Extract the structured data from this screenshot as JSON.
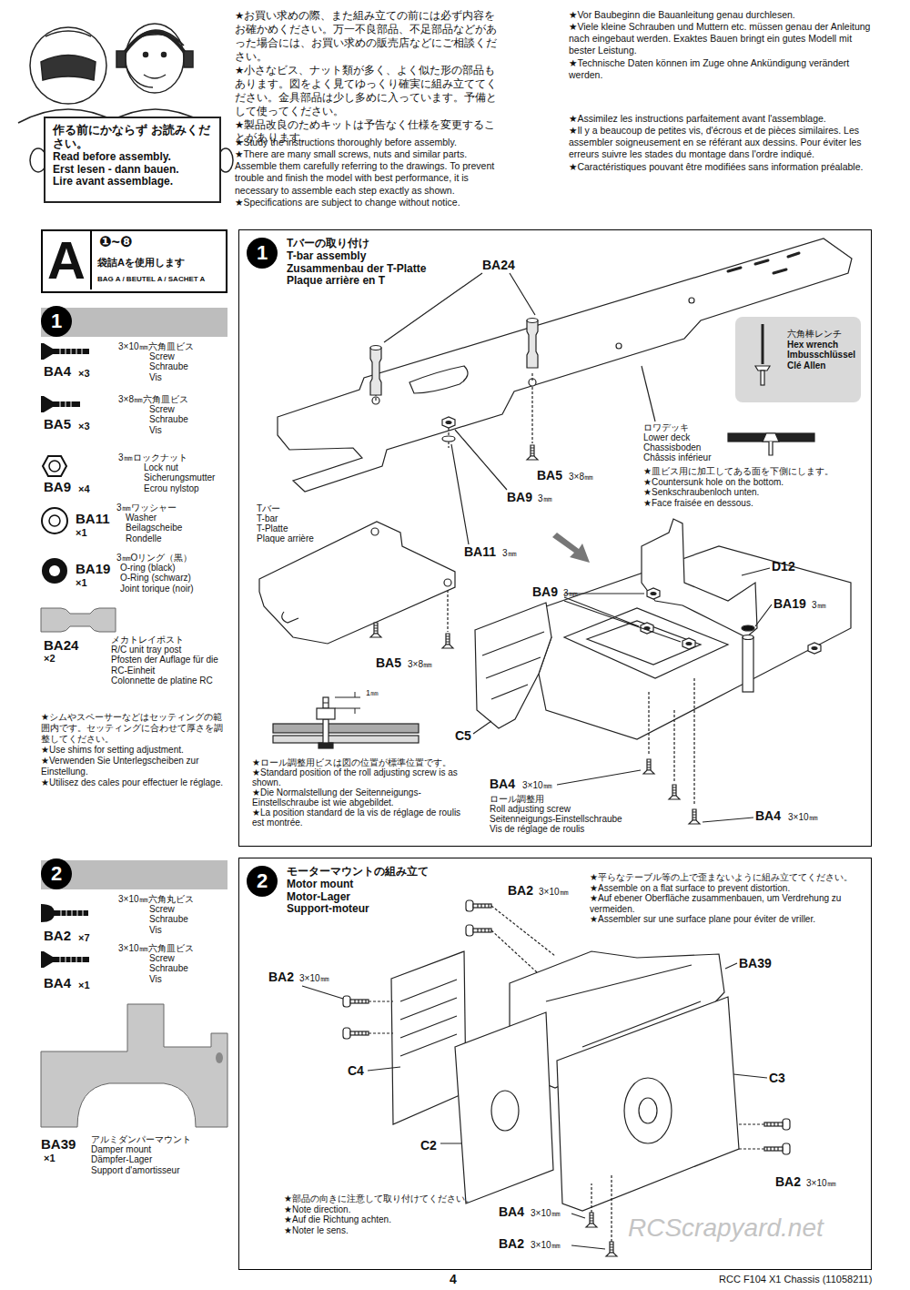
{
  "diagram": {
    "nodes": [
      {
        "text": [
          "作る前にかならず お読みください。",
          "Read before assembly.",
          "Erst lesen - dann bauen.",
          "Lire avant assemblage."
        ]
      },
      {
        "text": [
          "A",
          "❶~❽",
          "袋詰Aを使用します",
          "BAG A / BEUTEL A / SACHET A"
        ]
      },
      {
        "text": [
          "1"
        ]
      },
      {
        "text": [
          "1",
          "Tバーの取り付け",
          "T-bar assembly",
          "Zusammenbau der T-Platte",
          "Plaque arrière en T"
        ]
      },
      {
        "text": [
          "六角棒レンチ",
          "Hex wrench",
          "Imbusschlüssel",
          "Clé Allen"
        ],
        "in": 3
      },
      {
        "text": [
          "2"
        ]
      },
      {
        "text": [
          "2",
          "モーターマウントの組み立て",
          "Motor mount",
          "Motor-Lager",
          "Support-moteur"
        ]
      }
    ],
    "labels": [
      "★お買い求めの際、また組み立ての前には必ず内容をお確かめください。万一不良部品、不足部品などがあった場合には、お買い求めの販売店などにご相談ください。",
      "★小さなビス、ナット類が多く、よく似た形の部品もあります。図をよく見てゆっくり確実に組み立ててください。金具部品は少し多めに入っています。予備として使ってください。",
      "★製品改良のためキットは予告なく仕様を変更することがあります。",
      "★Study the instructions thoroughly before assembly.",
      "★There are many small screws, nuts and similar parts. Assemble them carefully referring to the drawings. To prevent trouble and finish the model with best performance, it is necessary to assemble each step exactly as shown.",
      "★Specifications are subject to change without notice.",
      "★Vor Baubeginn die Bauanleitung genau durchlesen.",
      "★Viele kleine Schrauben und Muttern etc. müssen genau der Anleitung nach eingebaut werden. Exaktes Bauen bringt ein gutes Modell mit bester Leistung.",
      "★Technische Daten können im Zuge ohne Ankündigung verändert werden.",
      "★Assimilez les instructions parfaitement avant l'assemblage.",
      "★Il y a beaucoup de petites vis, d'écrous et de pièces similaires. Les assembler soigneusement en se référant aux dessins. Pour éviter les erreurs suivre les stades du montage dans l'ordre indiqué.",
      "★Caractéristiques pouvant être modifiées sans information préalable.",
      "BA4",
      "×3",
      "3×10㎜六角皿ビス",
      "Screw",
      "Schraube",
      "Vis",
      "BA5",
      "×3",
      "3×8㎜六角皿ビス",
      "Screw",
      "Schraube",
      "Vis",
      "BA9",
      "×4",
      "3㎜ロックナット",
      "Lock nut",
      "Sicherungsmutter",
      "Ecrou nylstop",
      "BA11",
      "×1",
      "3㎜ワッシャー",
      "Washer",
      "Beilagscheibe",
      "Rondelle",
      "BA19",
      "×1",
      "3㎜Oリング（黒）",
      "O-ring (black)",
      "O-Ring (schwarz)",
      "Joint torique (noir)",
      "BA24",
      "×2",
      "メカトレイポスト",
      "R/C unit tray post",
      "Pfosten der Auflage für die RC-Einheit",
      "Colonnette de platine RC",
      "★シムやスペーサーなどはセッティングの範囲内です。セッティングに合わせて厚さを調整してください。",
      "★Use shims for setting adjustment.",
      "★Verwenden Sie Unterlegscheiben zur Einstellung.",
      "★Utilisez des cales pour effectuer le réglage.",
      "BA24",
      "BA5",
      "3×8㎜",
      "BA9",
      "3㎜",
      "BA11",
      "3㎜",
      "Tバー",
      "T-bar",
      "T-Platte",
      "Plaque arrière",
      "BA5",
      "3×8㎜",
      "1㎜",
      "★ロール調整用ビスは図の位置が標準位置です。",
      "★Standard position of the roll adjusting screw is as shown.",
      "★Die Normalstellung der Seitenneigungs-Einstellschraube ist wie abgebildet.",
      "★La position standard de la vis de réglage de roulis est montrée.",
      "ロワデッキ",
      "Lower deck",
      "Chassisboden",
      "Châssis inférieur",
      "★皿ビス用に加工してある面を下側にします。",
      "★Countersunk hole on the bottom.",
      "★Senkschraubenloch unten.",
      "★Face fraisée en dessous.",
      "D12",
      "BA9",
      "3㎜",
      "BA19",
      "3㎜",
      "C5",
      "BA4",
      "3×10㎜",
      "ロール調整用",
      "Roll adjusting screw",
      "Seitenneigungs-Einstellschraube",
      "Vis de réglage de roulis",
      "BA4",
      "3×10㎜",
      "BA2",
      "×7",
      "3×10㎜六角丸ビス",
      "Screw",
      "Schraube",
      "Vis",
      "BA4",
      "×1",
      "3×10㎜六角皿ビス",
      "Screw",
      "Schraube",
      "Vis",
      "BA39",
      "×1",
      "アルミダンパーマウント",
      "Damper mount",
      "Dämpfer-Lager",
      "Support d'amortisseur",
      "★平らなテーブル等の上で歪まないように組み立ててください。",
      "★Assemble on a flat surface to prevent distortion.",
      "★Auf ebener Oberfläche zusammenbauen, um Verdrehung zu vermeiden.",
      "★Assembler sur une surface plane pour éviter de vriller.",
      "BA2",
      "3×10㎜",
      "BA2",
      "3×10㎜",
      "BA39",
      "C4",
      "C3",
      "C2",
      "★部品の向きに注意して取り付けてください。",
      "★Note direction.",
      "★Auf die Richtung achten.",
      "★Noter le sens.",
      "BA4",
      "3×10㎜",
      "BA2",
      "3×10㎜",
      "BA2",
      "3×10㎜",
      "4",
      "RCC F104 X1 Chassis (11058211)",
      "RCScrapyard.net"
    ]
  }
}
